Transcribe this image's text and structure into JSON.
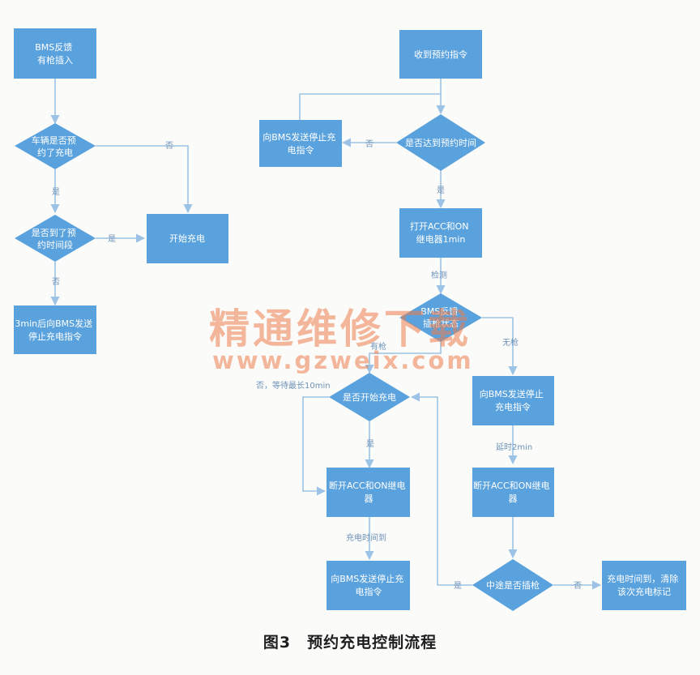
{
  "nodes": {
    "n1": "BMS反馈\n有枪插入",
    "n2": "车辆是否预\n约了充电",
    "n3": "是否到了预\n约时间段",
    "n4": "开始充电",
    "n5": "3min后向BMS发送\n停止充电指令",
    "n6": "收到预约指令",
    "n7": "向BMS发送停止充\n电指令",
    "n8": "是否达到预约时间",
    "n9": "打开ACC和ON\n继电器1min",
    "n10": "BMS反馈\n插枪状态",
    "n11": "向BMS发送停止\n充电指令",
    "n12": "是否开始充电",
    "n13": "断开ACC和ON继电\n器",
    "n14": "断开ACC和ON继电\n器",
    "n15": "向BMS发送停止充\n电指令",
    "n16": "中途是否插枪",
    "n17": "充电时间到，清除\n该次充电标记"
  },
  "edge_labels": {
    "e2_4": "否",
    "e2_3": "是",
    "e3_4": "是",
    "e3_5": "否",
    "e8_7": "否",
    "e8_9": "是",
    "e9_10": "检测",
    "e10_11": "无枪",
    "e10_12": "有枪",
    "e12_loop": "否，等待最长10min",
    "e12_13": "是",
    "e11_14": "延时2min",
    "e13_15": "充电时间到",
    "e16_12": "是",
    "e16_17": "否"
  },
  "watermark": {
    "chinese": "精通维修下载",
    "url": "www.gzweix.com"
  },
  "caption": "图3　预约充电控制流程",
  "colors": {
    "node_fill": "#5aa2dd",
    "connector": "#9cc3e6",
    "watermark": "#ec7e4c"
  }
}
